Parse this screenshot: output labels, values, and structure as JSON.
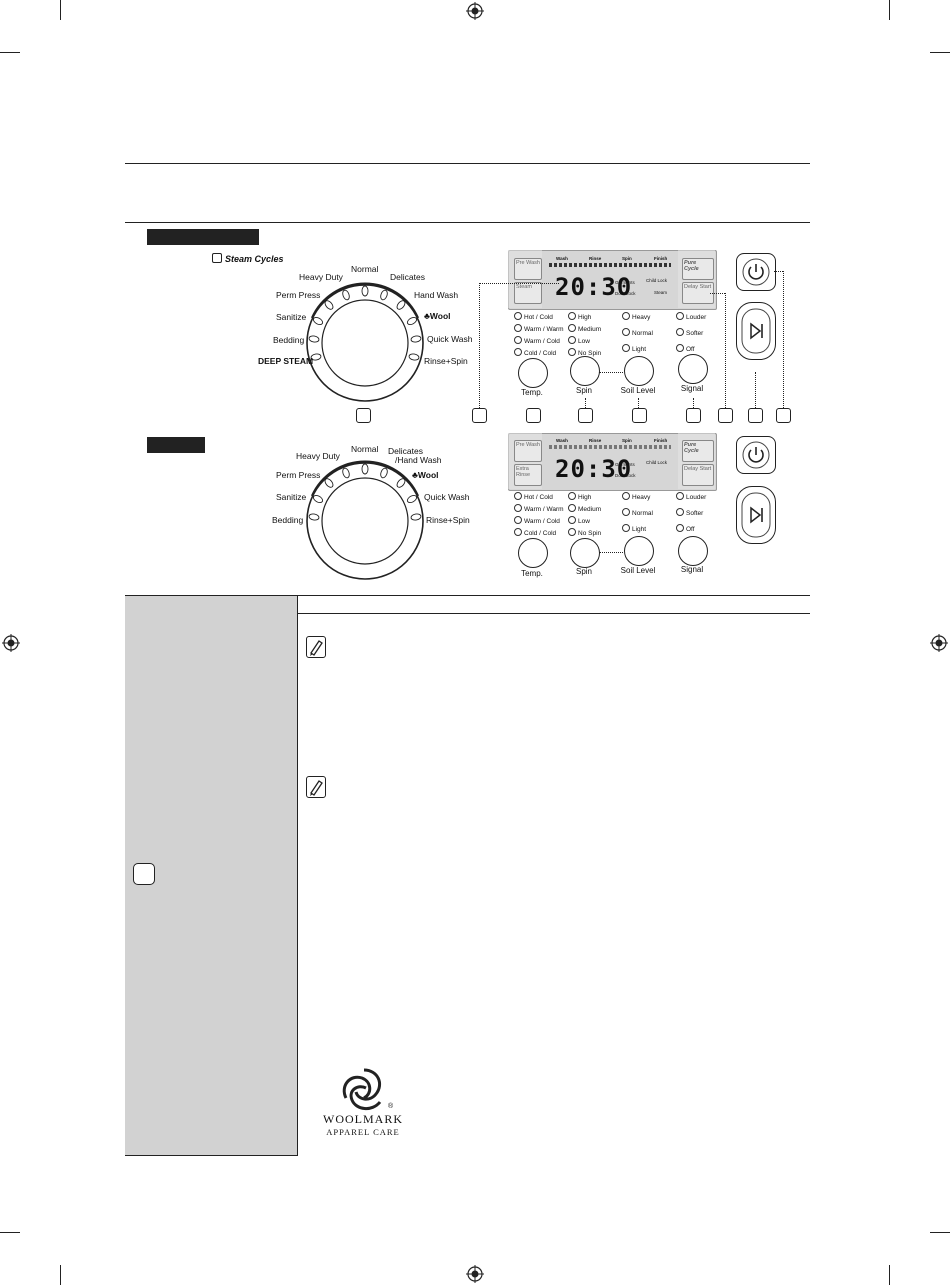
{
  "steam_model": {
    "steam_cycles_label": "Steam Cycles",
    "dial": {
      "labels": [
        "Normal",
        "Heavy Duty",
        "Delicates",
        "Perm Press",
        "Hand Wash",
        "Wool",
        "Sanitize",
        "Quick Wash",
        "Bedding",
        "Rinse+Spin",
        "DEEP STEAM"
      ]
    },
    "lcd": {
      "headers": [
        "Wash",
        "Rinse",
        "Spin",
        "Finish"
      ],
      "time": "20:30",
      "left_button_top": "Pre Wash",
      "left_button_bottom": "Steam",
      "garments": "Garments",
      "door_lock": "Door Lock",
      "child_lock": "Child Lock",
      "steam": "Steam",
      "pure_cycle": "Pure Cycle",
      "delay_start": "Delay Start"
    }
  },
  "basic_model": {
    "dial": {
      "labels": [
        "Normal",
        "Heavy Duty",
        "Delicates",
        "/Hand Wash",
        "Perm Press",
        "Wool",
        "Sanitize",
        "Quick Wash",
        "Bedding",
        "Rinse+Spin"
      ]
    },
    "lcd": {
      "headers": [
        "Wash",
        "Rinse",
        "Spin",
        "Finish"
      ],
      "time": "20:30",
      "left_button_top": "Pre Wash",
      "left_button_bottom": "Extra Rinse",
      "garments": "Garments",
      "door_lock": "Door Lock",
      "child_lock": "Child Lock",
      "pure_cycle": "Pure Cycle",
      "delay_start": "Delay Start"
    }
  },
  "options": {
    "temp": [
      "Hot / Cold",
      "Warm / Warm",
      "Warm / Cold",
      "Cold / Cold"
    ],
    "spin": [
      "High",
      "Medium",
      "Low",
      "No Spin"
    ],
    "soil": [
      "Heavy",
      "Normal",
      "Light"
    ],
    "signal": [
      "Louder",
      "Softer",
      "Off"
    ]
  },
  "knobs": {
    "temp": "Temp.",
    "spin": "Spin",
    "soil": "Soil Level",
    "signal": "Signal"
  },
  "woolmark": {
    "line1": "WOOLMARK",
    "line2": "APPAREL CARE",
    "reg": "®"
  }
}
